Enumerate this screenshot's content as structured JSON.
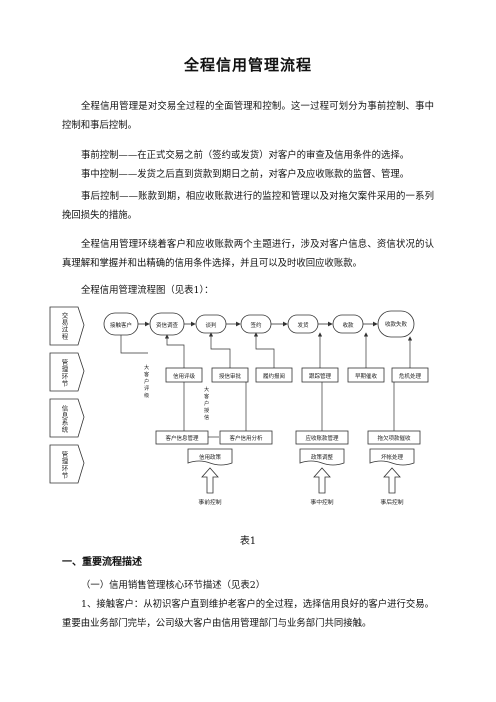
{
  "title": "全程信用管理流程",
  "paragraphs": [
    "全程信用管理是对交易全过程的全面管理和控制。这一过程可划分为事前控制、事中控制和事后控制。",
    "事前控制——在正式交易之前（签约或发货）对客户的审查及信用条件的选择。",
    "事中控制——发货之后直到货款到期日之前，对客户及应收账款的监督、管理。",
    "事后控制——账款到期，相应收账款进行的监控和管理以及对拖欠案件采用的一系列挽回损失的措施。",
    "全程信用管理环绕着客户和应收账款两个主题进行，涉及对客户信息、资信状况的认真理解和掌握并和出精确的信用条件选择，并且可以及时收回应收账款。",
    "全程信用管理流程图（见表1）："
  ],
  "diagram": {
    "left_labels": [
      "交易过程",
      "管理环节",
      "信息系统",
      "管理环节"
    ],
    "top_flow": [
      "接触客户",
      "资信调查",
      "谈判",
      "签约",
      "发货",
      "收款",
      "收款失败"
    ],
    "mgmt_boxes": [
      "信用评级",
      "授信审批",
      "履约报阅",
      "跟踪管理",
      "早期催收",
      "危机处理"
    ],
    "info_boxes": [
      "客户信息管理",
      "客户信用分析",
      "应收账款管理",
      "拖欠项款催收"
    ],
    "doc_boxes": [
      "信用政策",
      "政策调整",
      "坏帐处理"
    ],
    "side_text_1": "大客户评级",
    "side_text_2": "大客户授信",
    "bottom_labels": [
      "事前控制",
      "事中控制",
      "事后控制"
    ]
  },
  "caption": "表1",
  "section1": "一、重要流程描述",
  "subsection1": "（一）信用销售管理核心环节描述（见表2）",
  "paragraph_last": "1、接触客户：从初识客户直到维护老客户的全过程，选择信用良好的客户进行交易。重要由业务部门完毕，公司级大客户由信用管理部门与业务部门共同接触。"
}
